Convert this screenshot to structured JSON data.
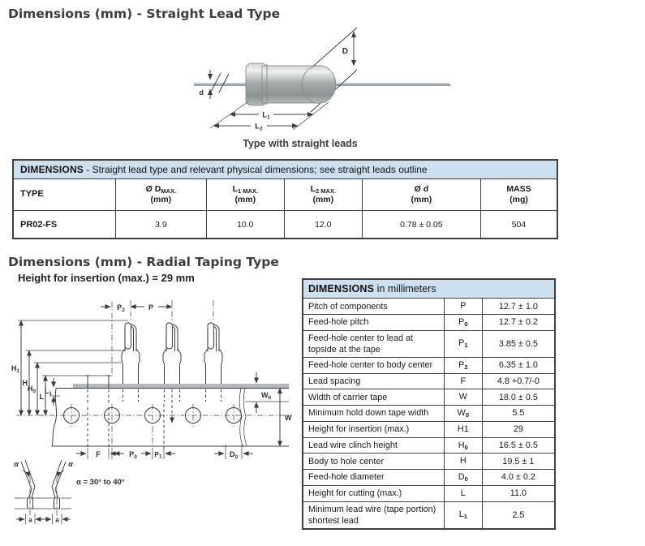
{
  "section1": {
    "title": "Dimensions (mm) - Straight Lead Type",
    "figure": {
      "caption": "Type with straight leads",
      "D": "D",
      "d": "d",
      "L1": {
        "main": "L",
        "sub": "1"
      },
      "L2": {
        "main": "L",
        "sub": "2"
      }
    },
    "table": {
      "title_bold": "DIMENSIONS",
      "title_rest": " - Straight lead type and relevant physical dimensions; see straight leads outline",
      "col_type": "TYPE",
      "columns": [
        {
          "main": "Ø D",
          "sub": "MAX.",
          "unit": "(mm)"
        },
        {
          "main": "L",
          "sub": "1 MAX.",
          "unit": "(mm)"
        },
        {
          "main": "L",
          "sub": "2 MAX.",
          "unit": "(mm)"
        },
        {
          "main": "Ø d",
          "sub": "",
          "unit": "(mm)"
        },
        {
          "main": "MASS",
          "sub": "",
          "unit": "(mg)"
        }
      ],
      "row": {
        "type": "PR02-FS",
        "values": [
          "3.9",
          "10.0",
          "12.0",
          "0.78 ± 0.05",
          "504"
        ]
      }
    }
  },
  "section2": {
    "title": "Dimensions (mm) - Radial Taping Type",
    "subtitle": "Height for insertion (max.) = 29 mm",
    "table": {
      "title_bold": "DIMENSIONS",
      "title_rest": " in millimeters",
      "rows": [
        {
          "label": "Pitch of components",
          "sym": "P",
          "sub": "",
          "value": "12.7 ± 1.0"
        },
        {
          "label": "Feed-hole pitch",
          "sym": "P",
          "sub": "0",
          "value": "12.7 ± 0.2"
        },
        {
          "label": "Feed-hole center to lead at topside at the tape",
          "sym": "P",
          "sub": "1",
          "value": "3.85 ± 0.5"
        },
        {
          "label": "Feed-hole center to body center",
          "sym": "P",
          "sub": "2",
          "value": "6.35 ± 1.0"
        },
        {
          "label": "Lead spacing",
          "sym": "F",
          "sub": "",
          "value": "4.8 +0.7/-0"
        },
        {
          "label": "Width of carrier tape",
          "sym": "W",
          "sub": "",
          "value": "18.0 ± 0.5"
        },
        {
          "label": "Minimum hold down tape width",
          "sym": "W",
          "sub": "0",
          "value": "5.5"
        },
        {
          "label": "Height for insertion (max.)",
          "sym": "H1",
          "sub": "",
          "value": "29"
        },
        {
          "label": "Lead wire clinch height",
          "sym": "H",
          "sub": "0",
          "value": "16.5 ± 0.5"
        },
        {
          "label": "Body to hole center",
          "sym": "H",
          "sub": "",
          "value": "19.5 ± 1"
        },
        {
          "label": "Feed-hole diameter",
          "sym": "D",
          "sub": "0",
          "value": "4.0 ± 0.2"
        },
        {
          "label": "Height for cutting (max.)",
          "sym": "L",
          "sub": "",
          "value": "11.0"
        },
        {
          "label": "Minimum lead wire (tape portion) shortest lead",
          "sym": "L",
          "sub": "1",
          "value": "2.5"
        }
      ]
    },
    "diagram": {
      "P2": {
        "main": "P",
        "sub": "2"
      },
      "P": "P",
      "H1": {
        "main": "H",
        "sub": "1"
      },
      "H": "H",
      "H0": {
        "main": "H",
        "sub": "0"
      },
      "L": "L",
      "L1": {
        "main": "L",
        "sub": "1"
      },
      "W0": {
        "main": "W",
        "sub": "0"
      },
      "W": "W",
      "F": "F",
      "P0": {
        "main": "P",
        "sub": "0"
      },
      "P1": {
        "main": "P",
        "sub": "1"
      },
      "D0": {
        "main": "D",
        "sub": "0"
      },
      "alpha": "α",
      "alpha_note": "α = 30° to 40°",
      "a": "a"
    }
  },
  "colors": {
    "header_bg": "#cde0f0",
    "border": "#3f3f3f",
    "title_text": "#3d3d3d"
  }
}
